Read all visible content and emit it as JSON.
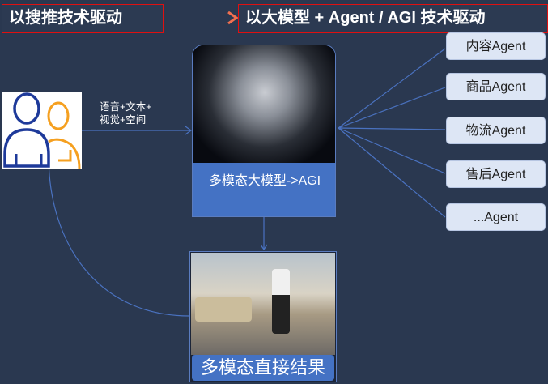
{
  "header": {
    "left_title": "以搜推技术驱动",
    "right_title": "以大模型  + Agent / AGI 技术驱动"
  },
  "input_label": {
    "line1": "语音+文本+",
    "line2": "视觉+空间"
  },
  "model": {
    "label": "多模态大模型->AGI"
  },
  "result": {
    "label": "多模态直接结果"
  },
  "agents": [
    "内容Agent",
    "商品Agent",
    "物流Agent",
    "售后Agent",
    "...Agent"
  ],
  "colors": {
    "background": "#2a3850",
    "accent_blue": "#4472c4",
    "title_border": "#e01010"
  }
}
